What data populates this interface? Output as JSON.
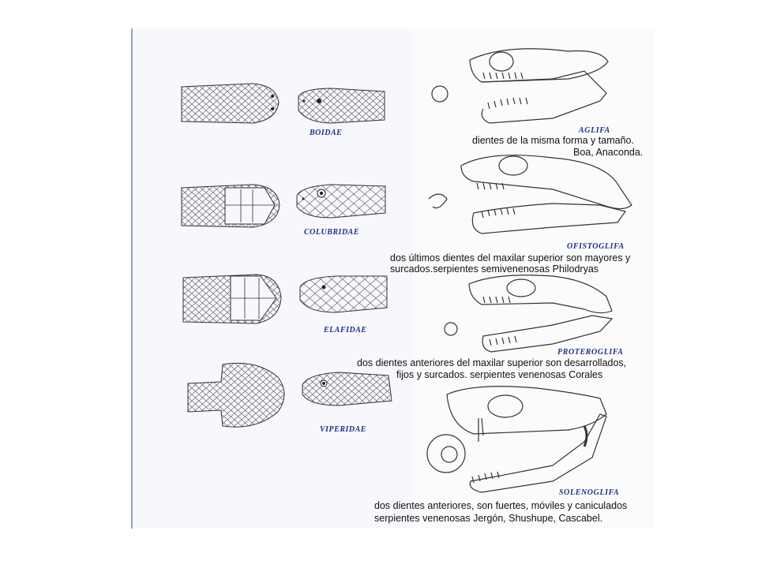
{
  "families": [
    {
      "label": "BOIDAE"
    },
    {
      "label": "COLUBRIDAE"
    },
    {
      "label": "ELAFIDAE"
    },
    {
      "label": "VIPERIDAE"
    }
  ],
  "dentition": [
    {
      "type": "AGLIFA",
      "lines": [
        "dientes de la misma forma y tamaño.",
        "Boa, Anaconda."
      ]
    },
    {
      "type": "OFISTOGLIFA",
      "lines": [
        "dos últimos dientes del maxilar superior son mayores y",
        "surcados.serpientes semivenenosas  Philodryas"
      ]
    },
    {
      "type": "PROTEROGLIFA",
      "lines": [
        "dos dientes anteriores del maxilar superior son desarrollados,",
        "fijos y surcados. serpientes venenosas Corales"
      ]
    },
    {
      "type": "SOLENOGLIFA",
      "lines": [
        "dos dientes anteriores, son fuertes, móviles y caniculados",
        "serpientes venenosas  Jergón, Shushupe, Cascabel."
      ]
    }
  ]
}
